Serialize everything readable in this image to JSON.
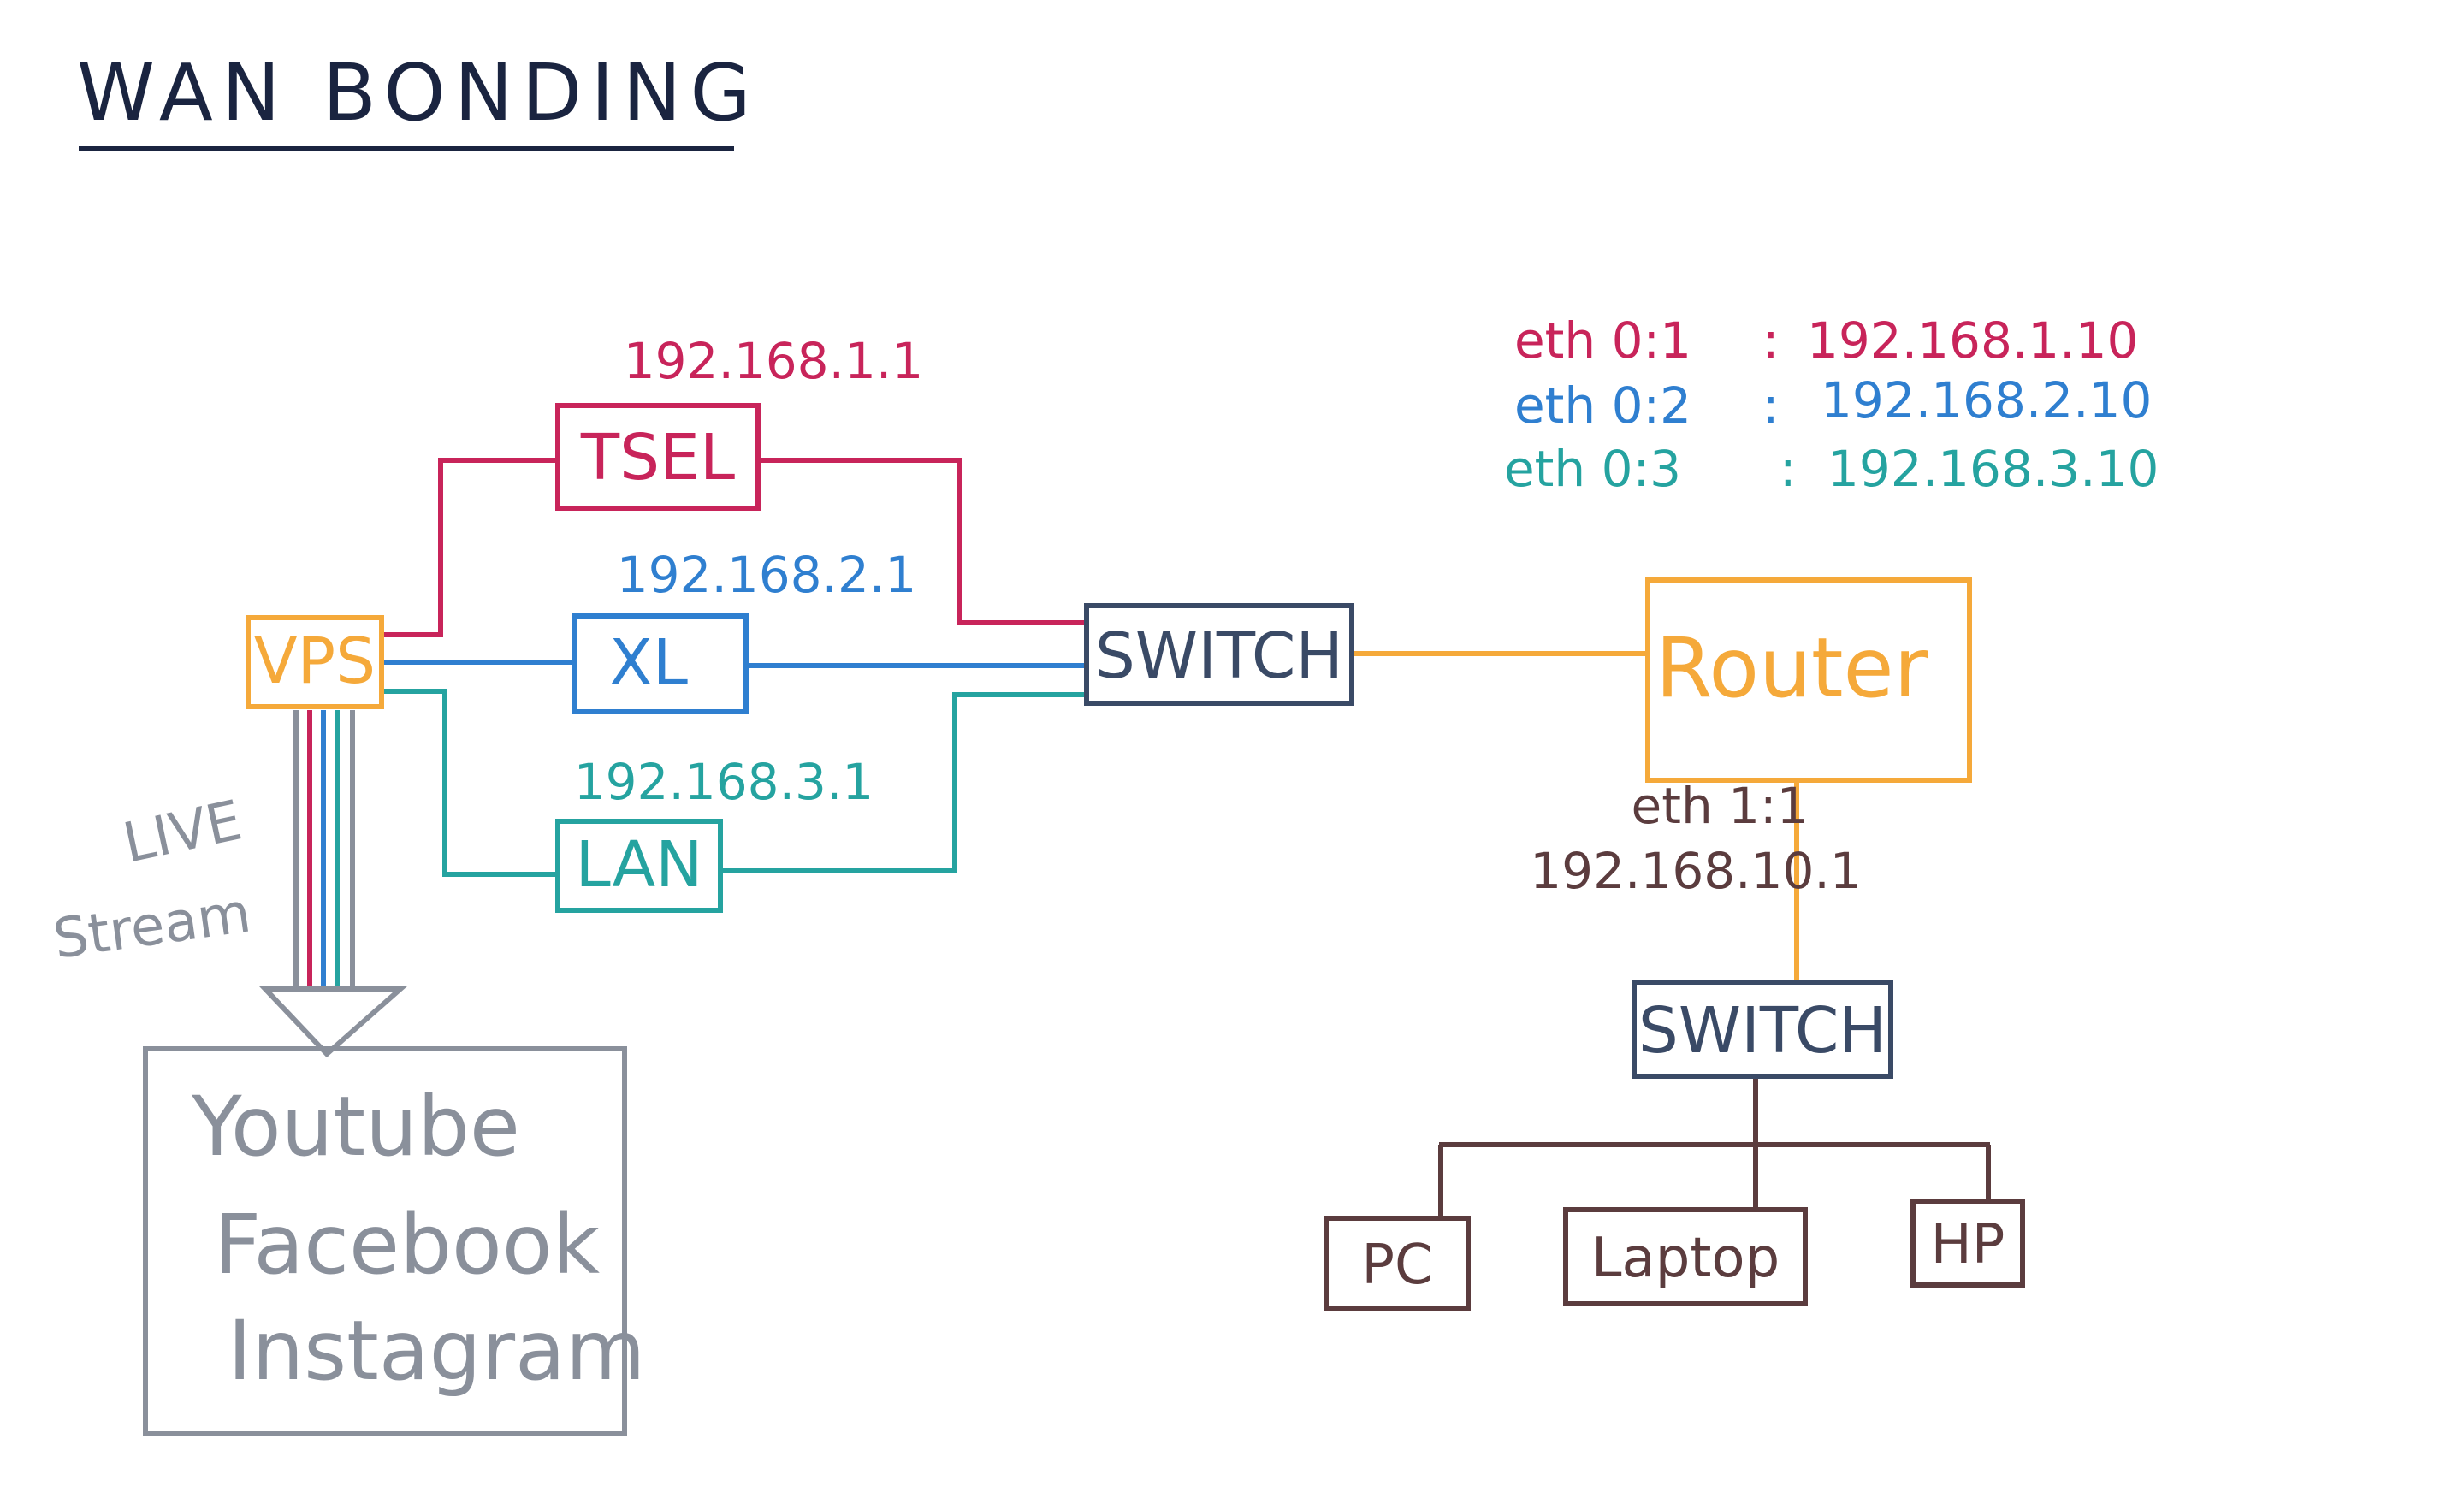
{
  "title": "WAN BONDING",
  "colors": {
    "red": "#c8245a",
    "blue": "#2f7fd0",
    "teal": "#25a3a0",
    "orange": "#f5a93a",
    "navy": "#3a4a66",
    "brown": "#5b3c3e",
    "gray": "#8a909b"
  },
  "wan_links": [
    {
      "name": "TSEL",
      "ip": "192.168.1.1"
    },
    {
      "name": "XL",
      "ip": "192.168.2.1"
    },
    {
      "name": "LAN",
      "ip": "192.168.3.1"
    }
  ],
  "vps": {
    "label": "VPS"
  },
  "switch_top": {
    "label": "SWITCH"
  },
  "router": {
    "label": "Router"
  },
  "interfaces": [
    {
      "name": "eth 0:1",
      "sep": ":",
      "ip": "192.168.1.10"
    },
    {
      "name": "eth 0:2",
      "sep": ":",
      "ip": "192.168.2.10"
    },
    {
      "name": "eth 0:3",
      "sep": ":",
      "ip": "192.168.3.10"
    }
  ],
  "lan_interface": {
    "name": "eth 1:1",
    "ip": "192.168.10.1"
  },
  "switch_bottom": {
    "label": "SWITCH"
  },
  "devices": [
    {
      "label": "PC"
    },
    {
      "label": "Laptop"
    },
    {
      "label": "HP"
    }
  ],
  "live_stream": {
    "line1": "LIVE",
    "line2": "Stream"
  },
  "platforms": [
    "Youtube",
    "Facebook",
    "Instagram"
  ]
}
